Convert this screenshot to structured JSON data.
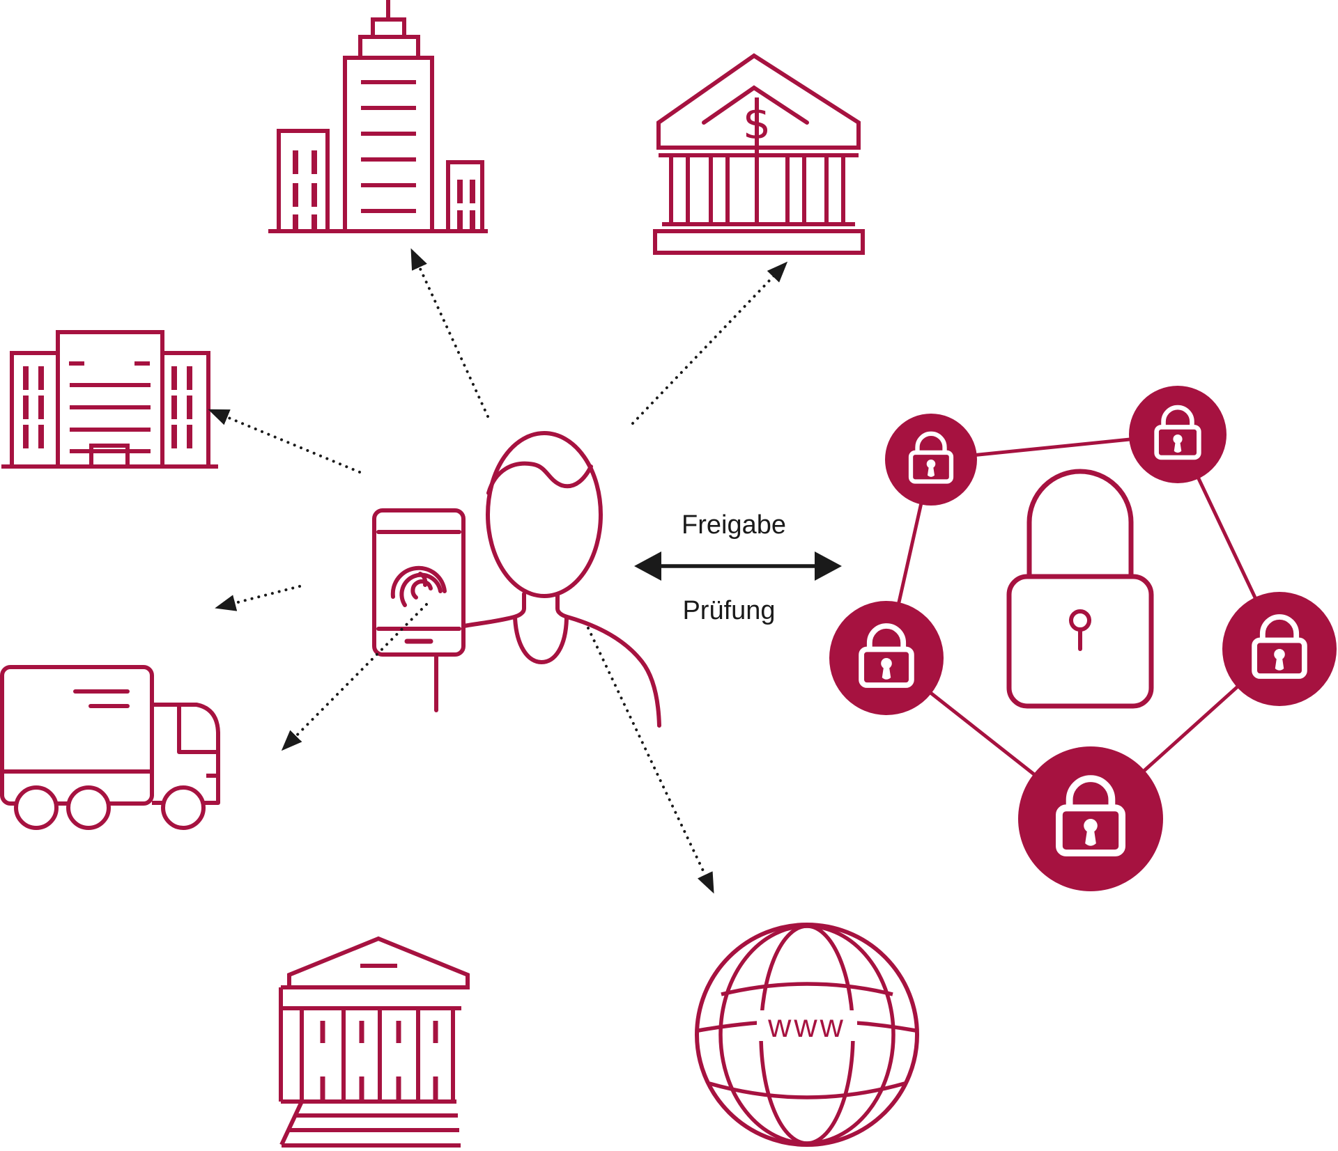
{
  "labels": {
    "release": "Freigabe",
    "verify": "Prüfung",
    "globe": "www",
    "currency": "$"
  },
  "colors": {
    "crimson": "#A61240",
    "black": "#1A1A1A",
    "white": "#FFFFFF"
  },
  "icons": {
    "top_left": "office-buildings",
    "top_right": "bank",
    "middle_left": "company-building",
    "lower_left": "delivery-truck",
    "bottom_center": "government-building",
    "bottom_right": "www-globe",
    "center": "person-with-fingerprint-smartphone",
    "right": "padlock-blockchain-network"
  }
}
